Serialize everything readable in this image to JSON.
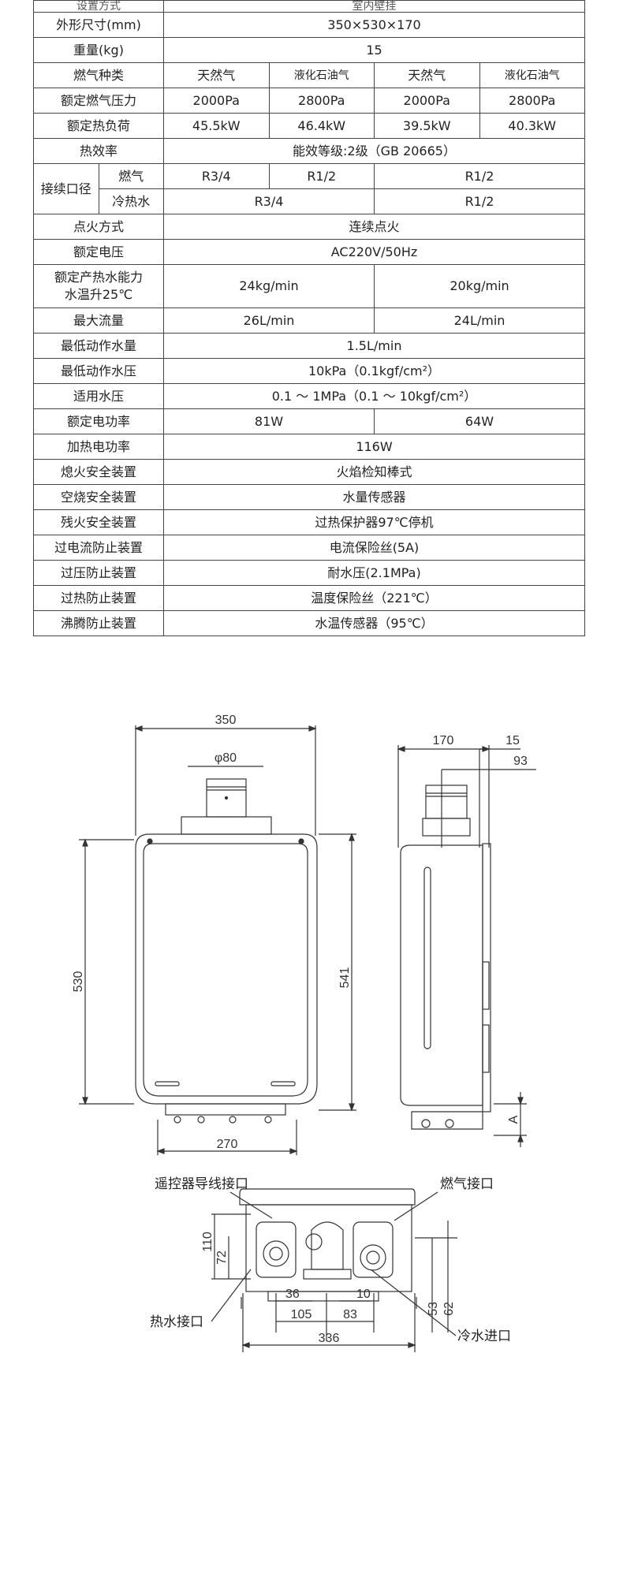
{
  "spec": {
    "row0": {
      "label": "设置方式",
      "value": "室内壁挂"
    },
    "dims": {
      "label": "外形尺寸(mm)",
      "value": "350×530×170"
    },
    "weight": {
      "label": "重量(kg)",
      "value": "15"
    },
    "gas_type": {
      "label": "燃气种类",
      "values": [
        "天然气",
        "液化石油气",
        "天然气",
        "液化石油气"
      ]
    },
    "gas_pressure": {
      "label": "额定燃气压力",
      "values": [
        "2000Pa",
        "2800Pa",
        "2000Pa",
        "2800Pa"
      ]
    },
    "heat_load": {
      "label": "额定热负荷",
      "values": [
        "45.5kW",
        "46.4kW",
        "39.5kW",
        "40.3kW"
      ]
    },
    "efficiency": {
      "label": "热效率",
      "value": "能效等级:2级（GB 20665）"
    },
    "pipe": {
      "label": "接续口径",
      "gas": {
        "label": "燃气",
        "values": [
          "R3/4",
          "R1/2",
          "R1/2"
        ]
      },
      "water": {
        "label": "冷热水",
        "values": [
          "R3/4",
          "R1/2"
        ]
      }
    },
    "ignition": {
      "label": "点火方式",
      "value": "连续点火"
    },
    "voltage": {
      "label": "额定电压",
      "value": "AC220V/50Hz"
    },
    "hot_water": {
      "label": "额定产热水能力水温升25℃",
      "values": [
        "24kg/min",
        "20kg/min"
      ]
    },
    "max_flow": {
      "label": "最大流量",
      "values": [
        "26L/min",
        "24L/min"
      ]
    },
    "min_flow": {
      "label": "最低动作水量",
      "value": "1.5L/min"
    },
    "min_pressure": {
      "label": "最低动作水压",
      "value": "10kPa（0.1kgf/cm²）"
    },
    "water_pressure": {
      "label": "适用水压",
      "value": "0.1 ～ 1MPa（0.1 ～ 10kgf/cm²）"
    },
    "power": {
      "label": "额定电功率",
      "values": [
        "81W",
        "64W"
      ]
    },
    "heating_power": {
      "label": "加热电功率",
      "value": "116W"
    },
    "flameout": {
      "label": "熄火安全装置",
      "value": "火焰检知棒式"
    },
    "dry_burn": {
      "label": "空烧安全装置",
      "value": "水量传感器"
    },
    "residual": {
      "label": "残火安全装置",
      "value": "过热保护器97℃停机"
    },
    "overcurrent": {
      "label": "过电流防止装置",
      "value": "电流保险丝(5A)"
    },
    "overpressure": {
      "label": "过压防止装置",
      "value": "耐水压(2.1MPa)"
    },
    "overheat": {
      "label": "过热防止装置",
      "value": "温度保险丝（221℃）"
    },
    "boil": {
      "label": "沸腾防止装置",
      "value": "水温传感器（95℃）"
    }
  },
  "diagram": {
    "front": {
      "width": "350",
      "flue": "φ80",
      "height_outer": "530",
      "height_inner": "541",
      "bottom": "270"
    },
    "side": {
      "depth": "170",
      "d15": "15",
      "d93": "93",
      "A": "A"
    },
    "bottom": {
      "remote": "遥控器导线接口",
      "gas": "燃气接口",
      "hot": "热水接口",
      "cold": "冷水进口",
      "d110": "110",
      "d72": "72",
      "d36": "36",
      "d10": "10",
      "d105": "105",
      "d83": "83",
      "d336": "336",
      "d53": "53",
      "d62": "62"
    }
  }
}
